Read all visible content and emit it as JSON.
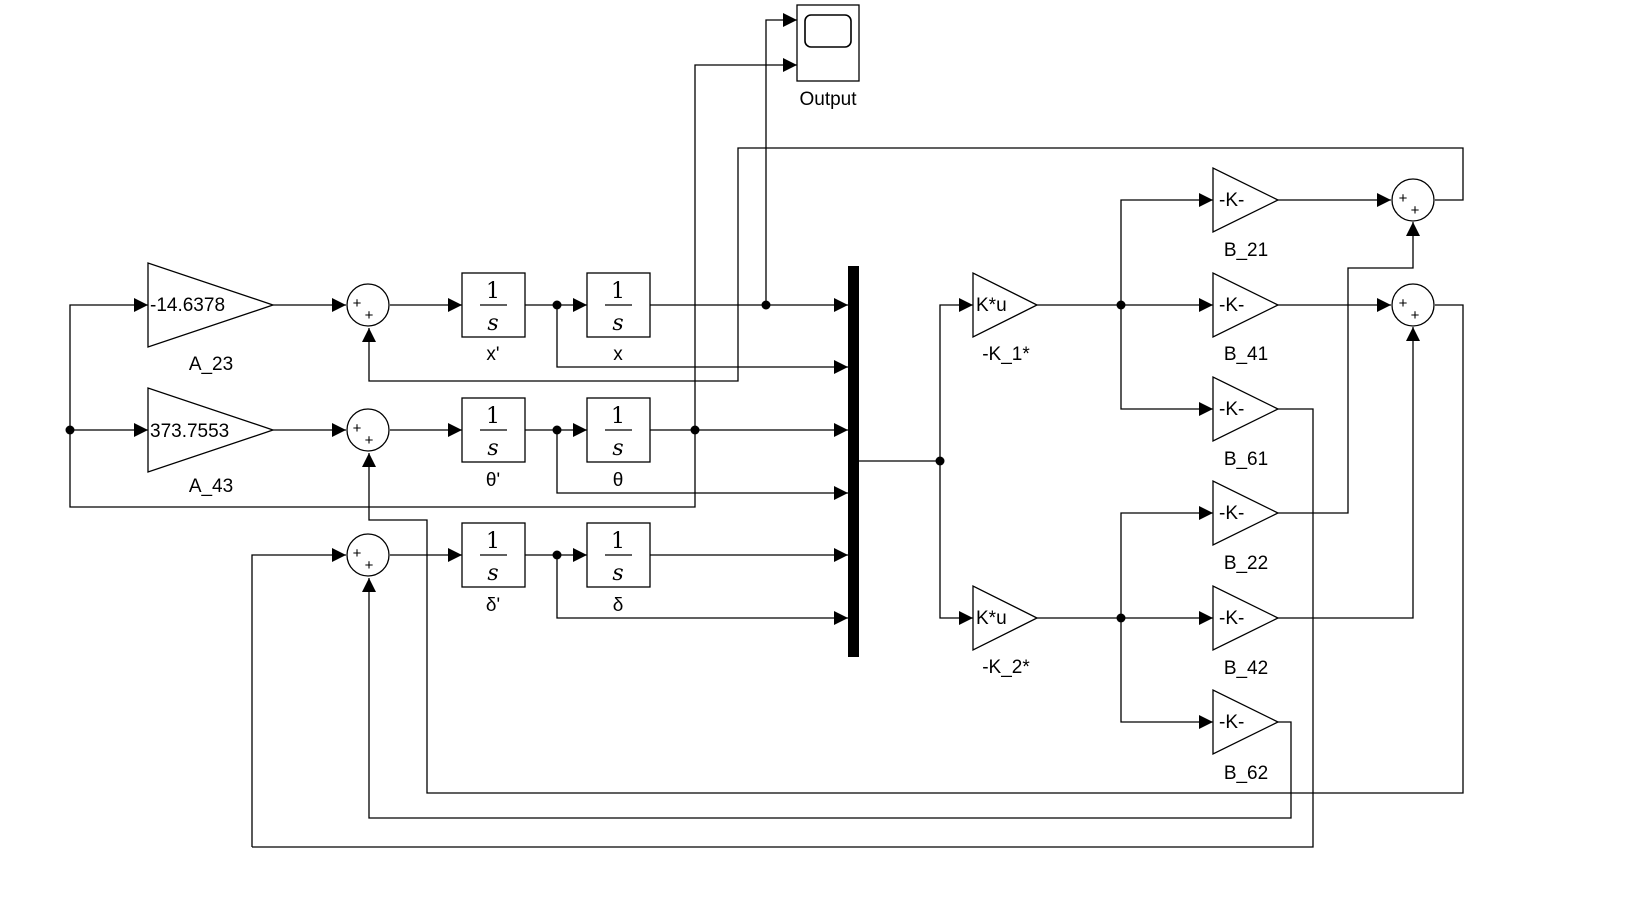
{
  "blocks": {
    "gain_a23": {
      "value": "-14.6378",
      "label": "A_23"
    },
    "gain_a43": {
      "value": "373.7553",
      "label": "A_43"
    },
    "integrator": {
      "numerator": "1",
      "denominator": "s"
    },
    "int_xdot": {
      "label": "x'"
    },
    "int_x": {
      "label": "x"
    },
    "int_thetadot": {
      "label": "θ'"
    },
    "int_theta": {
      "label": "θ"
    },
    "int_deltadot": {
      "label": "δ'"
    },
    "int_delta": {
      "label": "δ"
    },
    "gain_k1": {
      "value": "K*u",
      "label": "-K_1*"
    },
    "gain_k2": {
      "value": "K*u",
      "label": "-K_2*"
    },
    "gain_b21": {
      "value": "-K-",
      "label": "B_21"
    },
    "gain_b41": {
      "value": "-K-",
      "label": "B_41"
    },
    "gain_b61": {
      "value": "-K-",
      "label": "B_61"
    },
    "gain_b22": {
      "value": "-K-",
      "label": "B_22"
    },
    "gain_b42": {
      "value": "-K-",
      "label": "B_42"
    },
    "gain_b62": {
      "value": "-K-",
      "label": "B_62"
    },
    "scope": {
      "label": "Output"
    },
    "sum": {
      "sign1": "+",
      "sign2": "+"
    }
  }
}
